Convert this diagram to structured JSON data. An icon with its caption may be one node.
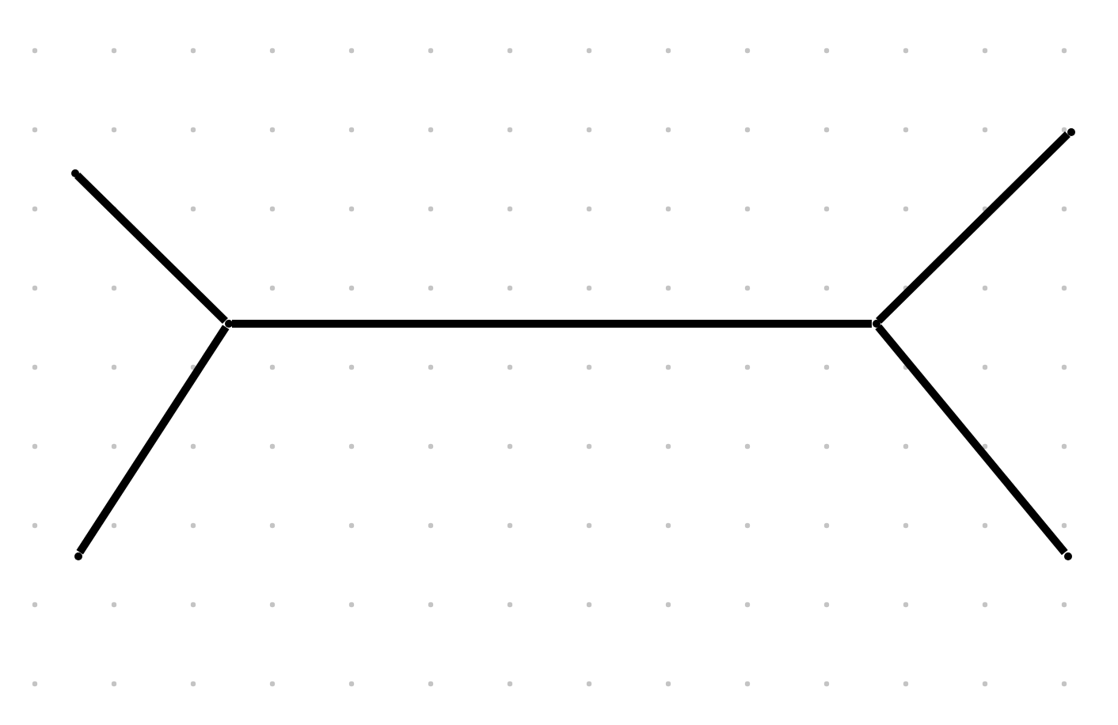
{
  "diagram": {
    "nodes": [
      {
        "text": [],
        "shape": "point"
      },
      {
        "text": [],
        "shape": "point"
      },
      {
        "text": [],
        "shape": "point"
      },
      {
        "text": [],
        "shape": "point"
      },
      {
        "text": [],
        "shape": "point"
      },
      {
        "text": [],
        "shape": "point"
      }
    ],
    "edges": [
      {
        "from": 0,
        "to": 1,
        "arrow": "none"
      },
      {
        "from": 2,
        "to": 1,
        "arrow": "none"
      },
      {
        "from": 1,
        "to": 3,
        "arrow": "none"
      },
      {
        "from": 3,
        "to": 4,
        "arrow": "none"
      },
      {
        "from": 3,
        "to": 5,
        "arrow": "none"
      }
    ]
  }
}
